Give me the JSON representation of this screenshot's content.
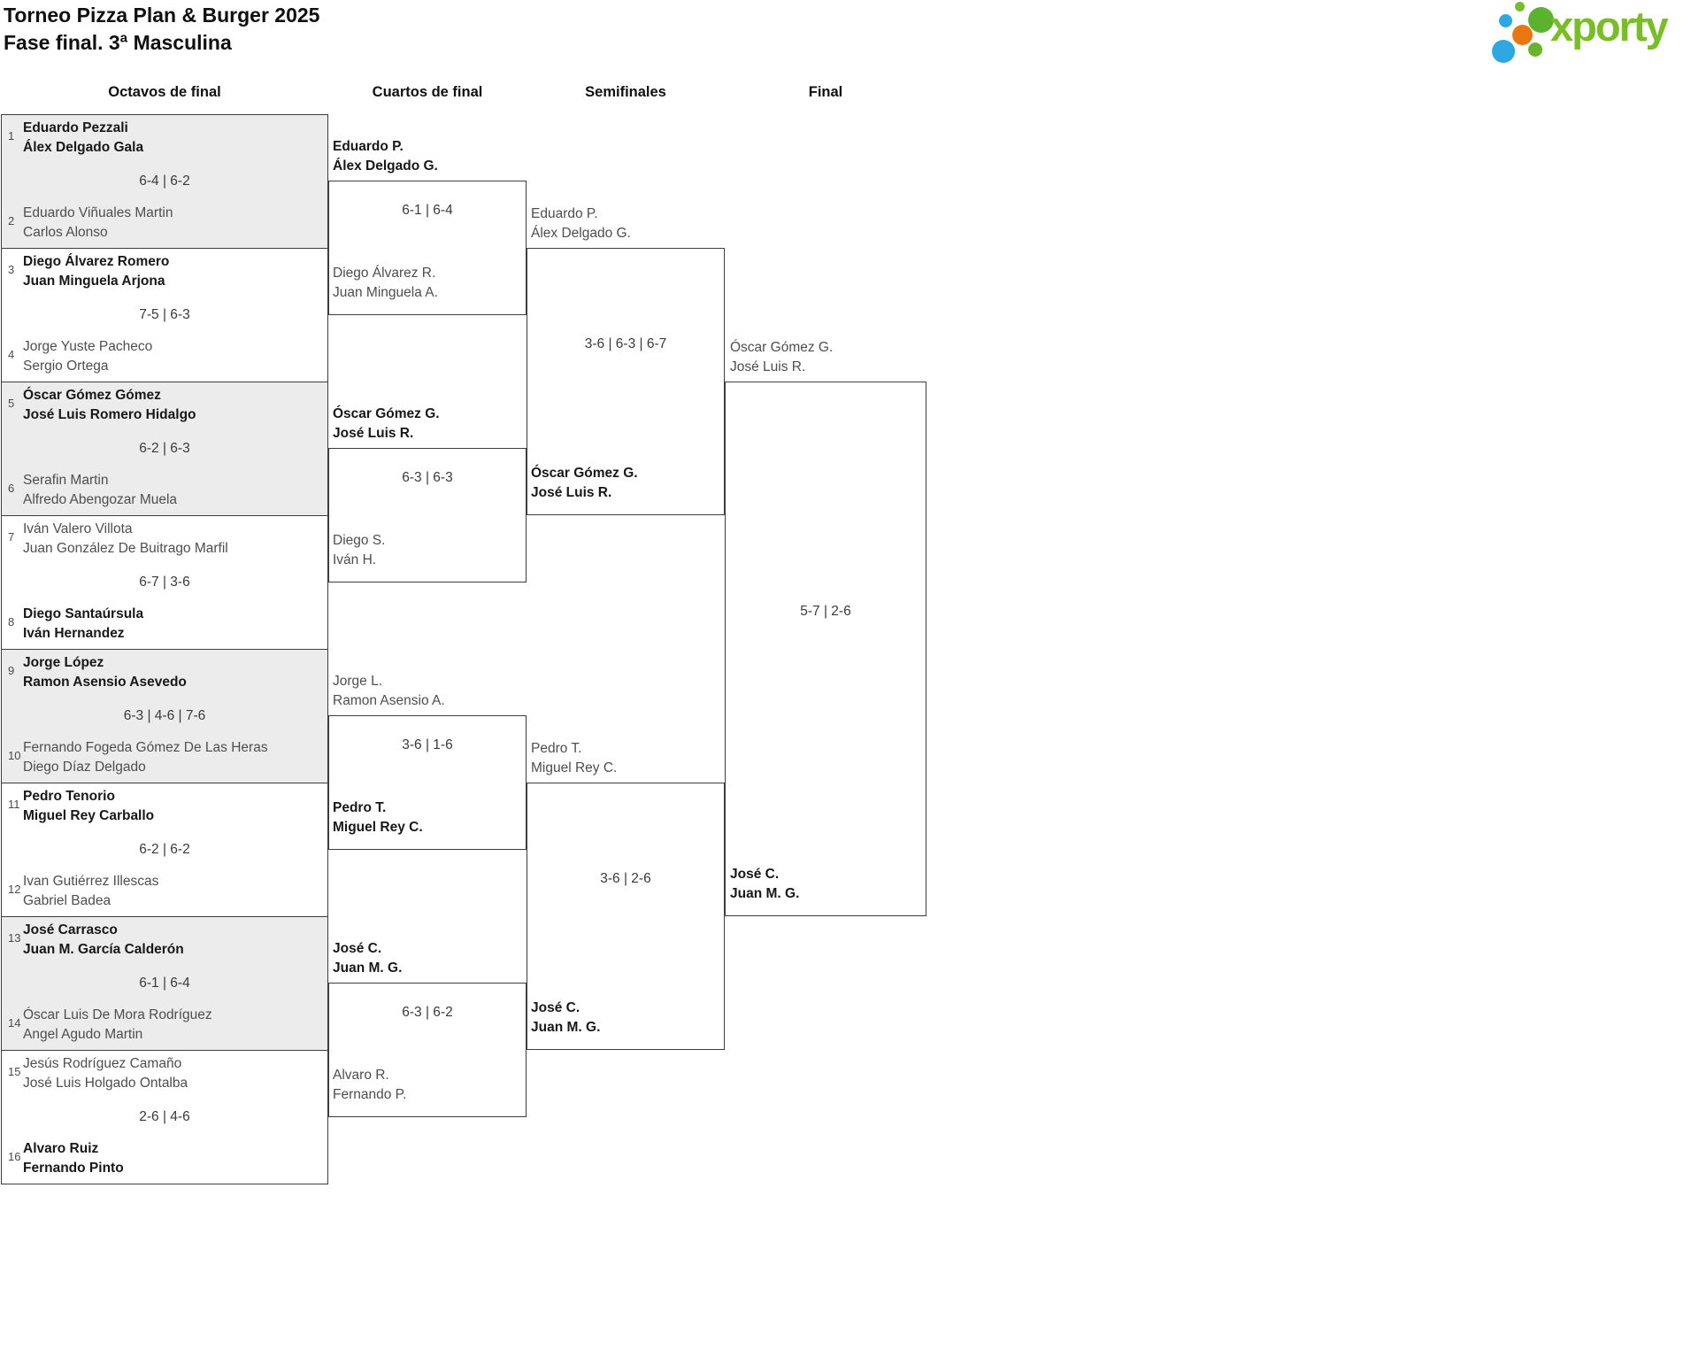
{
  "header": {
    "title": "Torneo Pizza Plan & Burger 2025",
    "subtitle": "Fase final. 3ª Masculina"
  },
  "logo": {
    "text": "xporty",
    "icon": "dots-cluster-icon",
    "colors": {
      "green": "#68b52d",
      "blue": "#2fa8e1",
      "orange": "#e8770f",
      "text": "#79bd27"
    }
  },
  "columns": [
    {
      "label": "Octavos de final"
    },
    {
      "label": "Cuartos de final"
    },
    {
      "label": "Semifinales"
    },
    {
      "label": "Final"
    }
  ],
  "bracket": {
    "octavos": [
      {
        "team1": {
          "seed": "1",
          "line1": "Eduardo Pezzali",
          "line2": "Álex Delgado Gala",
          "winner": true
        },
        "score": "6-4 | 6-2",
        "team2": {
          "seed": "2",
          "line1": "Eduardo Viñuales Martin",
          "line2": "Carlos Alonso",
          "winner": false
        }
      },
      {
        "team1": {
          "seed": "3",
          "line1": "Diego Álvarez Romero",
          "line2": "Juan Minguela Arjona",
          "winner": true
        },
        "score": "7-5 | 6-3",
        "team2": {
          "seed": "4",
          "line1": "Jorge Yuste Pacheco",
          "line2": "Sergio Ortega",
          "winner": false
        }
      },
      {
        "team1": {
          "seed": "5",
          "line1": "Óscar Gómez Gómez",
          "line2": "José Luis Romero Hidalgo",
          "winner": true
        },
        "score": "6-2 | 6-3",
        "team2": {
          "seed": "6",
          "line1": "Serafin Martin",
          "line2": "Alfredo Abengozar Muela",
          "winner": false
        }
      },
      {
        "team1": {
          "seed": "7",
          "line1": "Iván Valero Villota",
          "line2": "Juan González De Buitrago Marfil",
          "winner": false
        },
        "score": "6-7 | 3-6",
        "team2": {
          "seed": "8",
          "line1": "Diego Santaúrsula",
          "line2": "Iván Hernandez",
          "winner": true
        }
      },
      {
        "team1": {
          "seed": "9",
          "line1": "Jorge López",
          "line2": "Ramon Asensio Asevedo",
          "winner": true
        },
        "score": "6-3 | 4-6 | 7-6",
        "team2": {
          "seed": "10",
          "line1": "Fernando Fogeda Gómez De Las Heras",
          "line2": "Diego Díaz Delgado",
          "winner": false
        }
      },
      {
        "team1": {
          "seed": "11",
          "line1": "Pedro Tenorio",
          "line2": "Miguel Rey Carballo",
          "winner": true
        },
        "score": "6-2 | 6-2",
        "team2": {
          "seed": "12",
          "line1": "Ivan Gutiérrez Illescas",
          "line2": "Gabriel Badea",
          "winner": false
        }
      },
      {
        "team1": {
          "seed": "13",
          "line1": "José Carrasco",
          "line2": "Juan M. García Calderón",
          "winner": true
        },
        "score": "6-1 | 6-4",
        "team2": {
          "seed": "14",
          "line1": "Óscar Luis De Mora Rodríguez",
          "line2": "Angel Agudo Martin",
          "winner": false
        }
      },
      {
        "team1": {
          "seed": "15",
          "line1": "Jesús Rodríguez Camaño",
          "line2": "José Luis Holgado Ontalba",
          "winner": false
        },
        "score": "2-6 | 4-6",
        "team2": {
          "seed": "16",
          "line1": "Alvaro Ruiz",
          "line2": "Fernando Pinto",
          "winner": true
        }
      }
    ],
    "cuartos": [
      {
        "team1": {
          "line1": "Eduardo P.",
          "line2": "Álex Delgado G.",
          "winner": true
        },
        "score": "6-1 | 6-4",
        "team2": {
          "line1": "Diego Álvarez R.",
          "line2": "Juan Minguela A.",
          "winner": false
        }
      },
      {
        "team1": {
          "line1": "Óscar Gómez G.",
          "line2": "José Luis R.",
          "winner": true
        },
        "score": "6-3 | 6-3",
        "team2": {
          "line1": "Diego S.",
          "line2": "Iván H.",
          "winner": false
        }
      },
      {
        "team1": {
          "line1": "Jorge L.",
          "line2": "Ramon Asensio A.",
          "winner": false
        },
        "score": "3-6 | 1-6",
        "team2": {
          "line1": "Pedro T.",
          "line2": "Miguel Rey C.",
          "winner": true
        }
      },
      {
        "team1": {
          "line1": "José C.",
          "line2": "Juan M. G.",
          "winner": true
        },
        "score": "6-3 | 6-2",
        "team2": {
          "line1": "Alvaro R.",
          "line2": "Fernando P.",
          "winner": false
        }
      }
    ],
    "semifinales": [
      {
        "team1": {
          "line1": "Eduardo P.",
          "line2": "Álex Delgado G.",
          "winner": false
        },
        "score": "3-6 | 6-3 | 6-7",
        "team2": {
          "line1": "Óscar Gómez G.",
          "line2": "José Luis R.",
          "winner": true
        }
      },
      {
        "team1": {
          "line1": "Pedro T.",
          "line2": "Miguel Rey C.",
          "winner": false
        },
        "score": "3-6 | 2-6",
        "team2": {
          "line1": "José C.",
          "line2": "Juan M. G.",
          "winner": true
        }
      }
    ],
    "final": [
      {
        "team1": {
          "line1": "Óscar Gómez G.",
          "line2": "José Luis R.",
          "winner": false
        },
        "score": "5-7 | 2-6",
        "team2": {
          "line1": "José C.",
          "line2": "Juan M. G.",
          "winner": true
        }
      }
    ]
  }
}
